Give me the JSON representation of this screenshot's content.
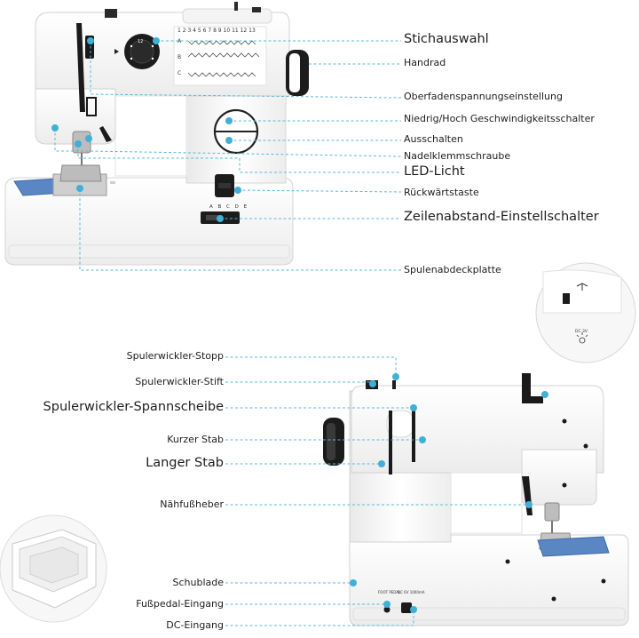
{
  "palette": {
    "leader": "#5bb8d8",
    "dot": "#3fb0d8",
    "machine": "#f7f7f7",
    "machine_edge": "#d8d8d8",
    "dark": "#1a1a1a",
    "fabric": "#5b86c4"
  },
  "machine_front": {
    "stitch_numbers": "1 2 3 4 5 6 7 8 9 10 11 12 13",
    "row_letters": [
      "A",
      "B",
      "C"
    ],
    "dial_numbers": "12",
    "stitch_letters": "A B C D E"
  },
  "machine_side": {
    "jack_labels": [
      "FOOT PEDAL",
      "DC 6V 1000mA"
    ]
  },
  "zoom": {
    "dc_label": "DC 3V"
  },
  "labels_top": [
    {
      "id": "stichauswahl",
      "text": "Stichauswahl",
      "size": "big"
    },
    {
      "id": "handrad",
      "text": "Handrad",
      "size": "small"
    },
    {
      "id": "oberfaden",
      "text": "Oberfadenspannungseinstellung",
      "size": "small"
    },
    {
      "id": "geschwindigkeit",
      "text": "Niedrig/Hoch Geschwindigkeitsschalter",
      "size": "small"
    },
    {
      "id": "ausschalten",
      "text": "Ausschalten",
      "size": "small"
    },
    {
      "id": "nadelklemm",
      "text": "Nadelklemmschraube",
      "size": "small"
    },
    {
      "id": "led",
      "text": "LED-Licht",
      "size": "big"
    },
    {
      "id": "rueckwaerts",
      "text": "Rückwärtstaste",
      "size": "small"
    },
    {
      "id": "zeilenabstand",
      "text": "Zeilenabstand-Einstellschalter",
      "size": "big"
    },
    {
      "id": "spulenabdeck",
      "text": "Spulenabdeckplatte",
      "size": "small"
    }
  ],
  "labels_bottom": [
    {
      "id": "spulerstopp",
      "text": "Spulerwickler-Stopp",
      "size": "small"
    },
    {
      "id": "spulerstift",
      "text": "Spulerwickler-Stift",
      "size": "small"
    },
    {
      "id": "spannscheibe",
      "text": "Spulerwickler-Spannscheibe",
      "size": "big"
    },
    {
      "id": "kurzerstab",
      "text": "Kurzer Stab",
      "size": "small"
    },
    {
      "id": "langerstab",
      "text": "Langer Stab",
      "size": "big"
    },
    {
      "id": "naehfuss",
      "text": "Nähfußheber",
      "size": "small"
    },
    {
      "id": "schublade",
      "text": "Schublade",
      "size": "small"
    },
    {
      "id": "fusspedal",
      "text": "Fußpedal-Eingang",
      "size": "small"
    },
    {
      "id": "dc",
      "text": "DC-Eingang",
      "size": "small"
    }
  ]
}
